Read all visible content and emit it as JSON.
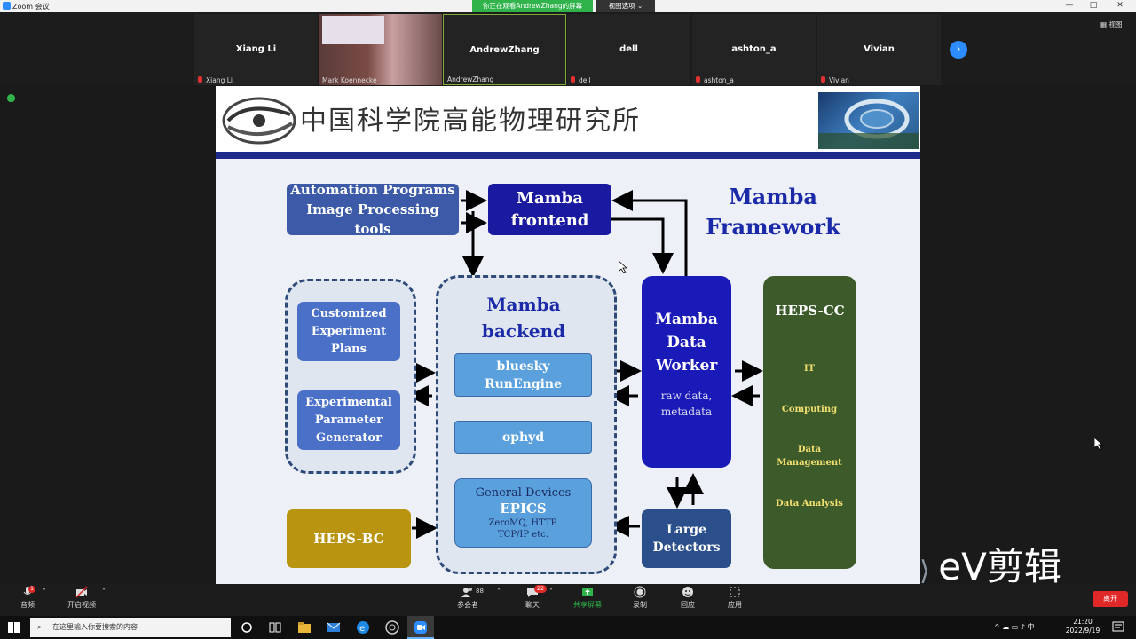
{
  "titlebar": {
    "title": "Zoom 会议",
    "viewing_banner": "你正在观看AndrewZhang的屏幕",
    "view_options": "视图选项 ⌄"
  },
  "gallery": {
    "tiles": [
      {
        "name": "Xiang Li",
        "sub": "Xiang Li"
      },
      {
        "name": "",
        "sub": "Mark Koennecke"
      },
      {
        "name": "AndrewZhang",
        "sub": "AndrewZhang"
      },
      {
        "name": "dell",
        "sub": "dell"
      },
      {
        "name": "ashton_a",
        "sub": "ashton_a"
      },
      {
        "name": "Vivian",
        "sub": "Vivian"
      }
    ],
    "view_label": "视图"
  },
  "slide": {
    "institute": "中国科学院高能物理研究所",
    "title_line1": "Mamba",
    "title_line2": "Framework",
    "automation": [
      "Automation Programs",
      "Image Processing tools"
    ],
    "frontend": [
      "Mamba",
      "frontend"
    ],
    "plans": [
      "Customized",
      "Experiment",
      "Plans"
    ],
    "param": [
      "Experimental",
      "Parameter",
      "Generator"
    ],
    "backend": [
      "Mamba",
      "backend"
    ],
    "bluesky": [
      "bluesky",
      "RunEngine"
    ],
    "ophyd": "ophyd",
    "devices": [
      "General Devices",
      "EPICS",
      "ZeroMQ, HTTP,",
      "TCP/IP etc."
    ],
    "worker": [
      "Mamba",
      "Data",
      "Worker"
    ],
    "worker_sub": [
      "raw data,",
      "metadata"
    ],
    "hepscc": "HEPS-CC",
    "hepscc_items": [
      "IT",
      "Computing",
      "Data",
      "Management",
      "Data Analysis"
    ],
    "hepsbc": "HEPS-BC",
    "detectors": [
      "Large",
      "Detectors"
    ]
  },
  "toolbar": {
    "audio": "音频",
    "audio_badge": "1",
    "video": "开启视频",
    "participants": "参会者",
    "participants_count": "88",
    "chat": "聊天",
    "chat_badge": "22",
    "share": "共享屏幕",
    "record": "录制",
    "reactions": "回应",
    "apps": "应用",
    "leave": "离开"
  },
  "watermark": "eV剪辑",
  "taskbar": {
    "search_placeholder": "在这里输入你要搜索的内容",
    "time": "21:20",
    "date": "2022/9/19",
    "ime": "中"
  }
}
